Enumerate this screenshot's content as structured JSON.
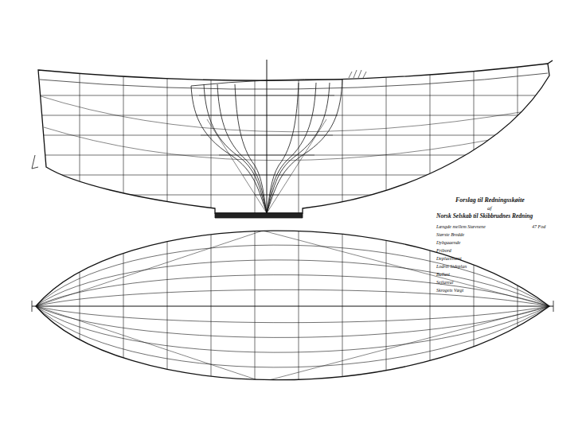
{
  "diagram": {
    "labels": [
      "Forslag til Redningsskøite",
      "af",
      "Norsk Selskab til Skibbrudnes Redning",
      "Længde mellem Stævnene",
      "47 Fod",
      "Største Bredde",
      "Dybgaaende",
      "Fribord",
      "Deplacement",
      "Lodret Sideplan",
      "Ballast",
      "Sejlareal",
      "Skrogets Vægt"
    ]
  }
}
